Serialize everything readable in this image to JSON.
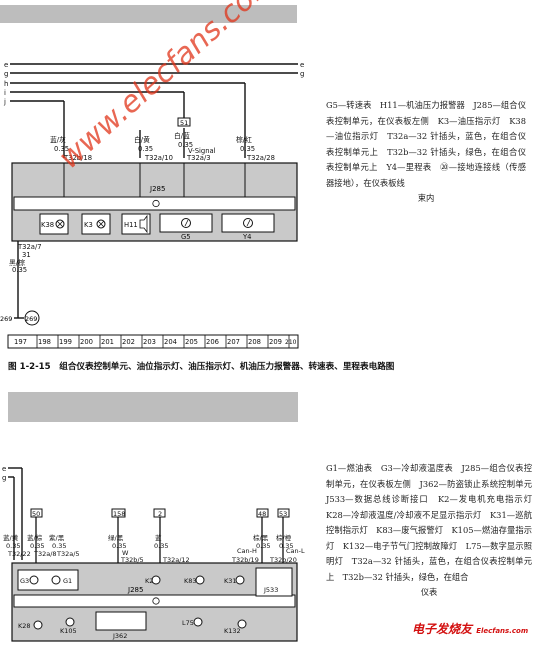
{
  "figure1": {
    "bus_lines": [
      "e",
      "g",
      "h",
      "i",
      "j"
    ],
    "wires": [
      {
        "color": "蓝/灰",
        "size": "0.35",
        "pin": "T32b/18"
      },
      {
        "color": "白/黄",
        "size": "0.35",
        "pin": "T32a/10"
      },
      {
        "color": "白/蓝",
        "size": "0.35",
        "pin": "T32a/3",
        "signal": "V-Signal"
      },
      {
        "color": "棕/红",
        "size": "0.35",
        "pin": "T32a/28"
      }
    ],
    "connector_top_label": "51",
    "module": "J285",
    "components": [
      "K38",
      "K3",
      "H11",
      "G5",
      "Y4"
    ],
    "ground_pin": "T32a/7",
    "ground_num": "31",
    "ground_wire_color": "黑/棕",
    "ground_wire_size": "0.35",
    "ground_point": "269",
    "ground_point_left": "269",
    "grid": [
      "197",
      "198",
      "199",
      "200",
      "201",
      "202",
      "203",
      "204",
      "205",
      "206",
      "207",
      "208",
      "209",
      "210"
    ],
    "watermark_site": "www.elecfans.com",
    "legend": [
      "G5—转速表　H11—机油压力报警器　J285—组合仪表控制单元，在仪表板左侧　K3—油压指示灯　K38—油位指示灯　T32a—32 针插头，蓝色，在组合仪表控制单元上　T32b—32 针插头，绿色，在组合仪表控制单元上　Y4—里程表　⑳—接地连接线（传感器接地），在仪表板线",
      "束内"
    ],
    "caption": "图 1-2-15　组合仪表控制单元、油位指示灯、油压指示灯、机油压力报警器、转速表、里程表电路图"
  },
  "figure2": {
    "bus_lines": [
      "e",
      "g"
    ],
    "wires": [
      {
        "color": "蓝/黄",
        "size": "0.35",
        "pin": "T32/22"
      },
      {
        "color": "蓝/棕",
        "size": "0.35",
        "pin": "T32a/8"
      },
      {
        "color": "紫/黑",
        "size": "0.35",
        "pin": "T32a/5"
      },
      {
        "color": "绿/黑",
        "size": "0.35",
        "pin": "T32b/5",
        "signal": "W"
      },
      {
        "color": "蓝",
        "size": "0.35",
        "pin": "T32a/12"
      },
      {
        "color": "棕/黑",
        "size": "0.35",
        "pin": "T32b/19",
        "signal": "Can-H"
      },
      {
        "color": "棕/橙",
        "size": "0.35",
        "pin": "T32b/20",
        "signal": "Can-L"
      }
    ],
    "ref_boxes": [
      "50",
      "158",
      "2",
      "48",
      "53"
    ],
    "module": "J285",
    "components": [
      "G3",
      "G1",
      "K2",
      "K83",
      "K31",
      "J533",
      "K28",
      "K105",
      "J362",
      "L75",
      "K132"
    ],
    "legend": "G1—燃油表　G3—冷却液温度表　J285—组合仪表控制单元，在仪表板左侧　J362—防盗锁止系统控制单元　J533—数据总线诊断接口　K2—发电机充电指示灯　K28—冷却液温度/冷却液不足显示指示灯　K31—巡航控制指示灯　K83—废气报警灯　K105—燃油存量指示灯　K132—电子节气门控制故障灯　L75—数字显示照明灯　T32a—32 针插头，蓝色，在组合仪表控制单元上　T32b—32 针插头，绿色，在组合",
    "legend_tail": "仪表"
  },
  "watermark": {
    "text": "电子发烧友",
    "url": "Elecfans.com"
  }
}
